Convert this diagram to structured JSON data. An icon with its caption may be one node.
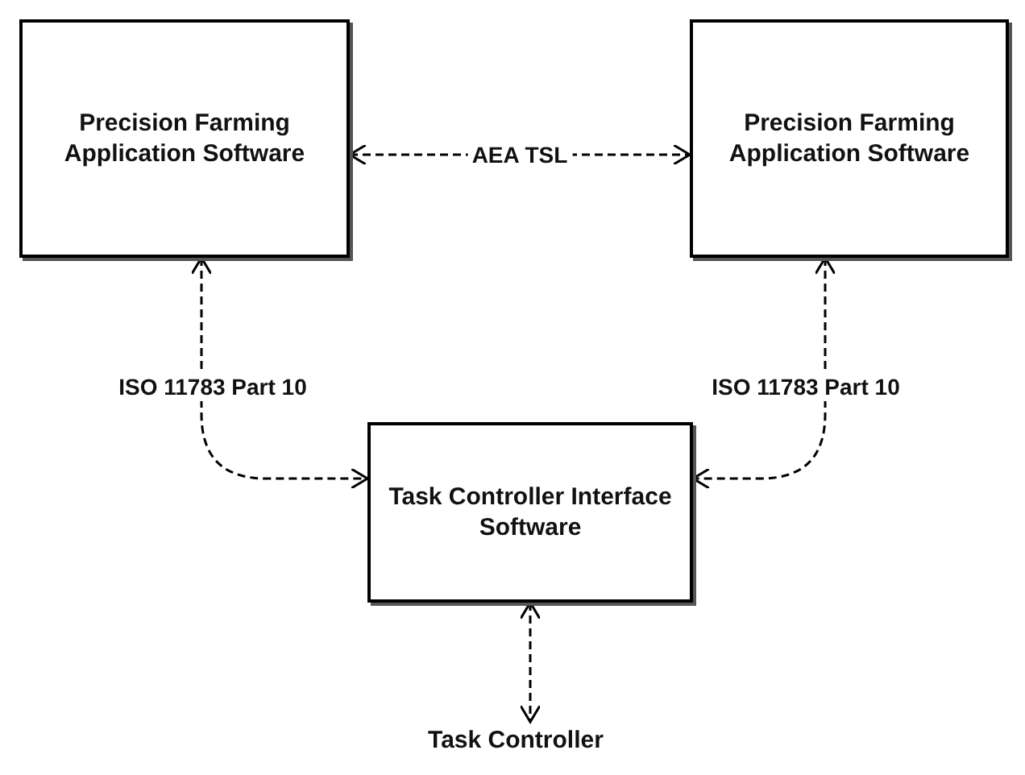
{
  "diagram": {
    "nodes": [
      {
        "text": [
          "Precision Farming Application Software"
        ]
      },
      {
        "text": [
          "Precision Farming Application Software"
        ]
      },
      {
        "text": [
          "Task Controller Interface Software"
        ]
      },
      {
        "text": [
          "Task Controller"
        ]
      }
    ],
    "edges": [
      {
        "from": 0,
        "to": 1,
        "arrow": "both",
        "label": "AEA TSL",
        "style": "dashed"
      },
      {
        "from": 0,
        "to": 2,
        "arrow": "both",
        "label": "ISO 11783 Part 10",
        "style": "dashed"
      },
      {
        "from": 1,
        "to": 2,
        "arrow": "both",
        "label": "ISO 11783 Part 10",
        "style": "dashed"
      },
      {
        "from": 2,
        "to": 3,
        "arrow": "both",
        "style": "dashed"
      }
    ]
  }
}
